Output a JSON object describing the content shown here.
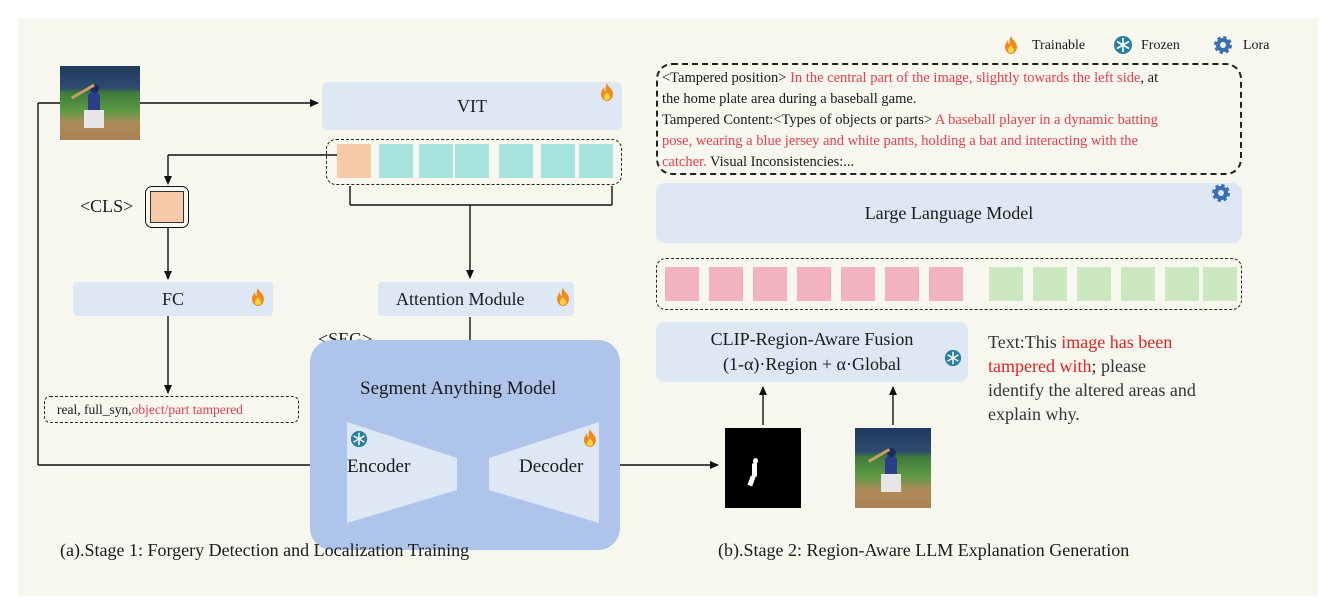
{
  "legend": {
    "trainable": "Trainable",
    "frozen": "Frozen",
    "lora": "Lora"
  },
  "stage1": {
    "vit": "VIT",
    "cls": "<CLS>",
    "fc": "FC",
    "attention": "Attention Module",
    "seg": "<SEG>",
    "output": {
      "normal": "real, full_syn,",
      "tampered": "object/part tampered"
    },
    "sam_title": "Segment Anything Model",
    "encoder": "Encoder",
    "decoder": "Decoder",
    "caption": "(a).Stage 1: Forgery Detection and Localization Training"
  },
  "stage2": {
    "answer": {
      "l1a": "<Tampered position> ",
      "l1b": "In the central part of the image, slightly towards the left side",
      "l1c": ", at",
      "l2": "the home plate area during a baseball game.",
      "l3a": "Tampered Content:<Types of objects or parts> ",
      "l3b": "A baseball player in a dynamic batting",
      "l4": "pose, wearing a blue jersey and white pants, holding a bat and interacting with the",
      "l5a": "catcher.",
      "l5b": " Visual Inconsistencies:..."
    },
    "llm": "Large  Language Model",
    "fusion_l1": "CLIP-Region-Aware Fusion",
    "fusion_l2": "(1-α)·Region + α·Global",
    "prompt": {
      "a": "Text:This ",
      "b": "image has been",
      "c": "tampered with",
      "d": "; please",
      "e": "identify the altered areas and",
      "f": "explain why."
    },
    "caption": "(b).Stage 2: Region-Aware LLM  Explanation Generation"
  },
  "colors": {
    "module_blue": "#dde8f4",
    "sam_blue": "#aec4ea",
    "encoder_fill": "#dde8f4",
    "highlight_red": "#e8404a",
    "token_teal": "#a6e3dc",
    "token_peach": "#f6c9a8",
    "token_pink": "#f2b3bd",
    "token_green": "#cbe8c0"
  },
  "icons": [
    "fire-icon",
    "snowflake-icon",
    "gear-icon"
  ]
}
